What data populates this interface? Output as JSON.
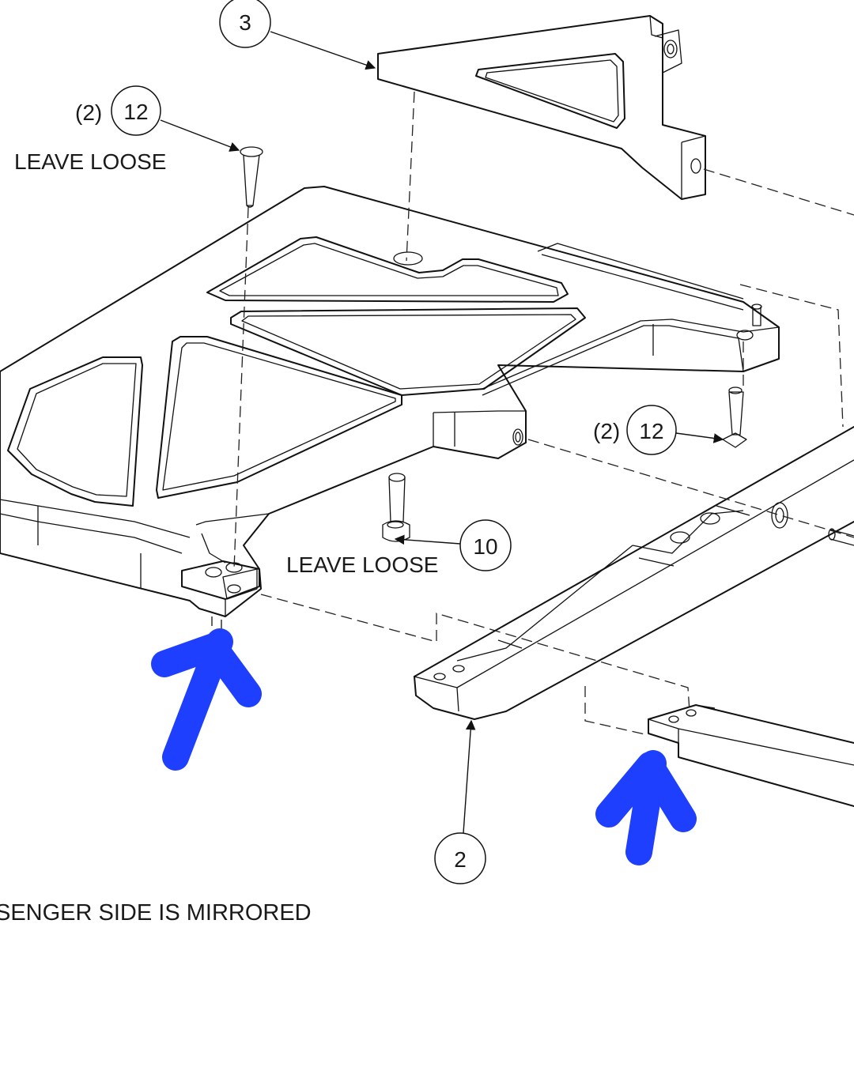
{
  "callouts": {
    "part3": {
      "number": "3"
    },
    "part12_top": {
      "qty": "(2)",
      "number": "12",
      "note": "LEAVE LOOSE"
    },
    "part12_right": {
      "qty": "(2)",
      "number": "12"
    },
    "part10": {
      "number": "10",
      "note": "LEAVE LOOSE"
    },
    "part2": {
      "number": "2"
    }
  },
  "footer_note": "SENGER SIDE IS MIRRORED",
  "colors": {
    "line": "#111111",
    "annotation_arrow": "#1f3fff",
    "background": "#ffffff"
  }
}
